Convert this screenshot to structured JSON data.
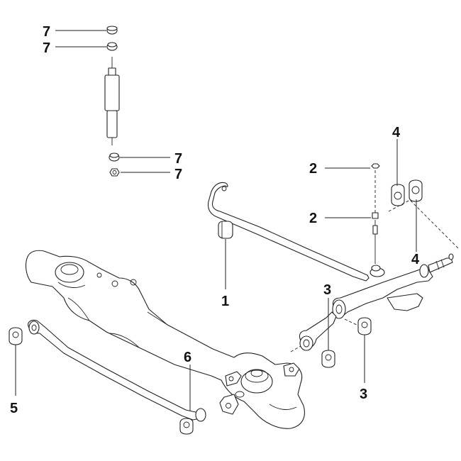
{
  "callouts": [
    {
      "id": "c7a",
      "text": "7"
    },
    {
      "id": "c7b",
      "text": "7"
    },
    {
      "id": "c7c",
      "text": "7"
    },
    {
      "id": "c7d",
      "text": "7"
    },
    {
      "id": "c2a",
      "text": "2"
    },
    {
      "id": "c2b",
      "text": "2"
    },
    {
      "id": "c4a",
      "text": "4"
    },
    {
      "id": "c4b",
      "text": "4"
    },
    {
      "id": "c1",
      "text": "1"
    },
    {
      "id": "c3a",
      "text": "3"
    },
    {
      "id": "c3b",
      "text": "3"
    },
    {
      "id": "c5",
      "text": "5"
    },
    {
      "id": "c6",
      "text": "6"
    }
  ],
  "colors": {
    "line": "#222222",
    "fill": "#ffffff",
    "background": "#ffffff"
  }
}
